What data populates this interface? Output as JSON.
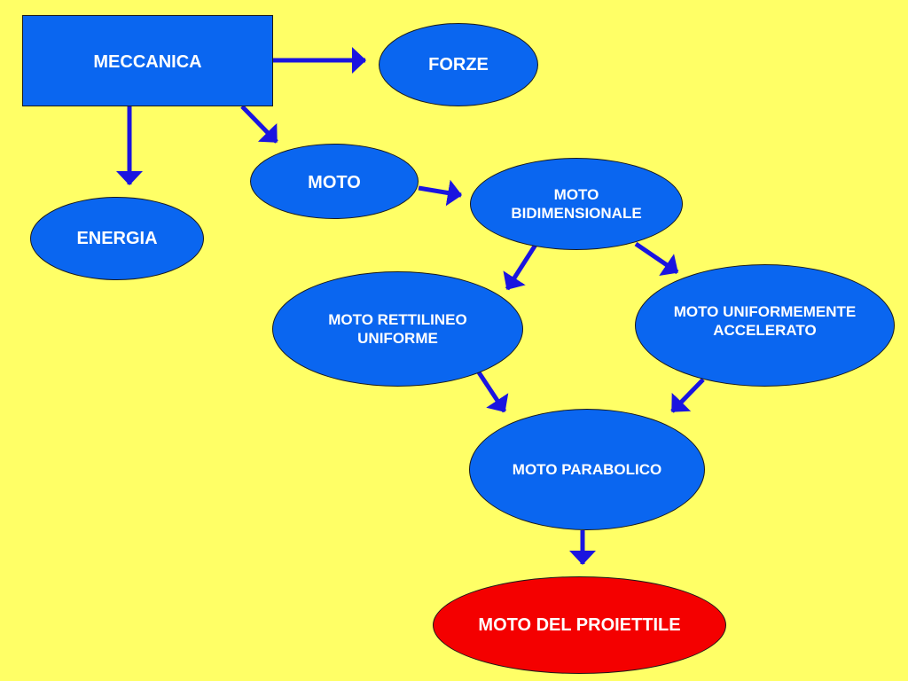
{
  "colors": {
    "background": "#ffff66",
    "node_fill": "#0a66f0",
    "node_text": "#ffffff",
    "highlight_fill": "#f40000",
    "arrow": "#1a14e0"
  },
  "nodes": {
    "meccanica": {
      "label": "MECCANICA",
      "shape": "rectangle"
    },
    "forze": {
      "label": "FORZE",
      "shape": "ellipse"
    },
    "moto": {
      "label": "MOTO",
      "shape": "ellipse"
    },
    "energia": {
      "label": "ENERGIA",
      "shape": "ellipse"
    },
    "bidimensionale": {
      "label": "MOTO\nBIDIMENSIONALE",
      "shape": "ellipse"
    },
    "rettilineo_uniforme": {
      "label": "MOTO RETTILINEO\nUNIFORME",
      "shape": "ellipse"
    },
    "uniformemente_accelerato": {
      "label": "MOTO UNIFORMEMENTE\nACCELERATO",
      "shape": "ellipse"
    },
    "parabolico": {
      "label": "MOTO PARABOLICO",
      "shape": "ellipse"
    },
    "proiettile": {
      "label": "MOTO DEL PROIETTILE",
      "shape": "ellipse",
      "highlighted": true
    }
  },
  "edges": [
    {
      "from": "meccanica",
      "to": "forze"
    },
    {
      "from": "meccanica",
      "to": "moto"
    },
    {
      "from": "meccanica",
      "to": "energia"
    },
    {
      "from": "moto",
      "to": "bidimensionale"
    },
    {
      "from": "bidimensionale",
      "to": "rettilineo_uniforme"
    },
    {
      "from": "bidimensionale",
      "to": "uniformemente_accelerato"
    },
    {
      "from": "rettilineo_uniforme",
      "to": "parabolico"
    },
    {
      "from": "uniformemente_accelerato",
      "to": "parabolico"
    },
    {
      "from": "parabolico",
      "to": "proiettile"
    }
  ]
}
